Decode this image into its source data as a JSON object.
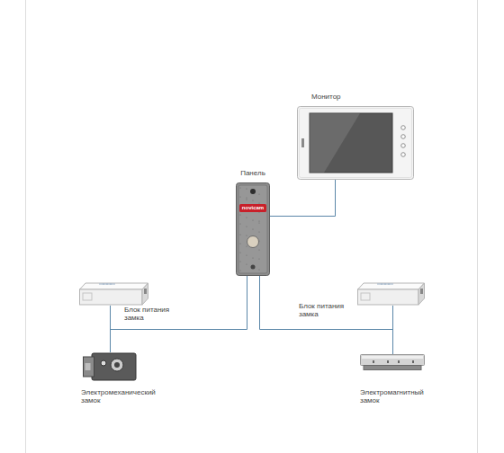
{
  "diagram": {
    "nodes": [
      {
        "text": [
          "Монитор"
        ]
      },
      {
        "text": [
          "Панель"
        ]
      },
      {
        "text": [
          "Блок питания замка"
        ]
      },
      {
        "text": [
          "Блок питания замка"
        ]
      },
      {
        "text": [
          "Электромеханический замок"
        ]
      },
      {
        "text": [
          "Электромагнитный замок"
        ]
      }
    ],
    "edges": [
      {
        "from": 1,
        "to": 0,
        "arrow": "none"
      },
      {
        "from": 1,
        "to": 4,
        "arrow": "none"
      },
      {
        "from": 2,
        "to": 4,
        "arrow": "none"
      },
      {
        "from": 1,
        "to": 5,
        "arrow": "none"
      },
      {
        "from": 3,
        "to": 5,
        "arrow": "none"
      }
    ],
    "labels": [
      "novicam"
    ]
  }
}
